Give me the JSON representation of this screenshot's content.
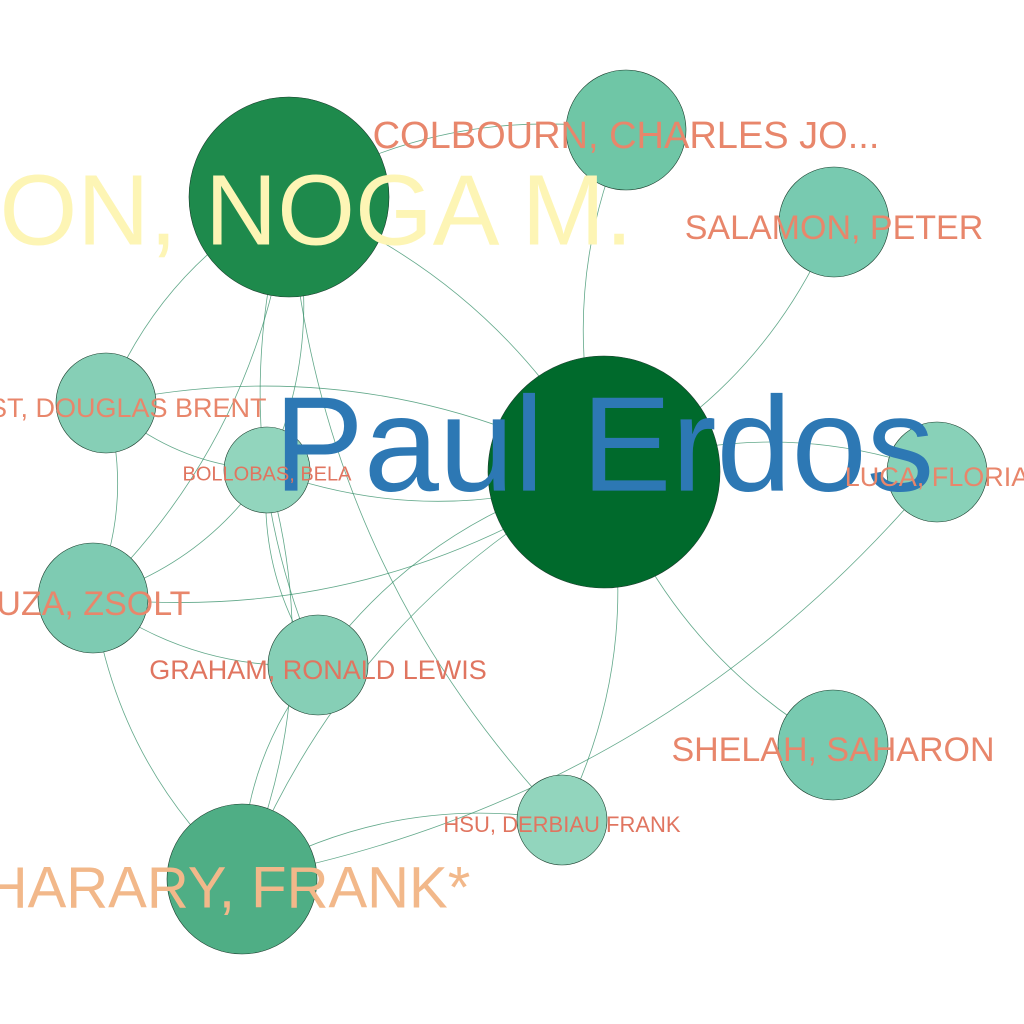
{
  "graph": {
    "nodes": [
      {
        "id": "erdos",
        "label": "Paul Erdos",
        "color": "#006a2c",
        "label_color": "#2d78b4"
      },
      {
        "id": "alon",
        "label": "ALON, NOGA M.",
        "color": "#1e8a4c",
        "label_color": "#fdf5b5"
      },
      {
        "id": "harary",
        "label": "HARARY, FRANK*",
        "color": "#4fae85",
        "label_color": "#f2b88a"
      },
      {
        "id": "colbourn",
        "label": "COLBOURN, CHARLES JO...",
        "color": "#6fc6a6",
        "label_color": "#e8866b"
      },
      {
        "id": "salamon",
        "label": "SALAMON, PETER",
        "color": "#78cab0",
        "label_color": "#e8866b"
      },
      {
        "id": "luca",
        "label": "LUCA, FLORIA",
        "color": "#88d1b8",
        "label_color": "#e8866b"
      },
      {
        "id": "shelah",
        "label": "SHELAH, SAHARON",
        "color": "#78cab0",
        "label_color": "#e8866b"
      },
      {
        "id": "hsu",
        "label": "HSU, DERBIAU FRANK",
        "color": "#92d5bd",
        "label_color": "#e07560"
      },
      {
        "id": "graham",
        "label": "GRAHAM, RONALD LEWIS",
        "color": "#86cfb6",
        "label_color": "#e07560"
      },
      {
        "id": "tuza",
        "label": "TUZA, ZSOLT",
        "color": "#7ecbb2",
        "label_color": "#e8866b"
      },
      {
        "id": "west",
        "label": "WEST, DOUGLAS BRENT",
        "color": "#86cfb6",
        "label_color": "#e8866b"
      },
      {
        "id": "bollobas",
        "label": "BOLLOBAS, BELA",
        "color": "#92d5bd",
        "label_color": "#e07560"
      }
    ],
    "edges": [
      [
        "erdos",
        "alon"
      ],
      [
        "erdos",
        "colbourn"
      ],
      [
        "erdos",
        "salamon"
      ],
      [
        "erdos",
        "luca"
      ],
      [
        "erdos",
        "shelah"
      ],
      [
        "erdos",
        "hsu"
      ],
      [
        "erdos",
        "graham"
      ],
      [
        "erdos",
        "tuza"
      ],
      [
        "erdos",
        "west"
      ],
      [
        "erdos",
        "bollobas"
      ],
      [
        "erdos",
        "harary"
      ],
      [
        "alon",
        "colbourn"
      ],
      [
        "alon",
        "west"
      ],
      [
        "alon",
        "bollobas"
      ],
      [
        "alon",
        "graham"
      ],
      [
        "alon",
        "tuza"
      ],
      [
        "alon",
        "hsu"
      ],
      [
        "west",
        "tuza"
      ],
      [
        "west",
        "bollobas"
      ],
      [
        "bollobas",
        "tuza"
      ],
      [
        "bollobas",
        "graham"
      ],
      [
        "bollobas",
        "harary"
      ],
      [
        "graham",
        "harary"
      ],
      [
        "graham",
        "tuza"
      ],
      [
        "tuza",
        "harary"
      ],
      [
        "harary",
        "hsu"
      ],
      [
        "harary",
        "luca"
      ]
    ]
  }
}
